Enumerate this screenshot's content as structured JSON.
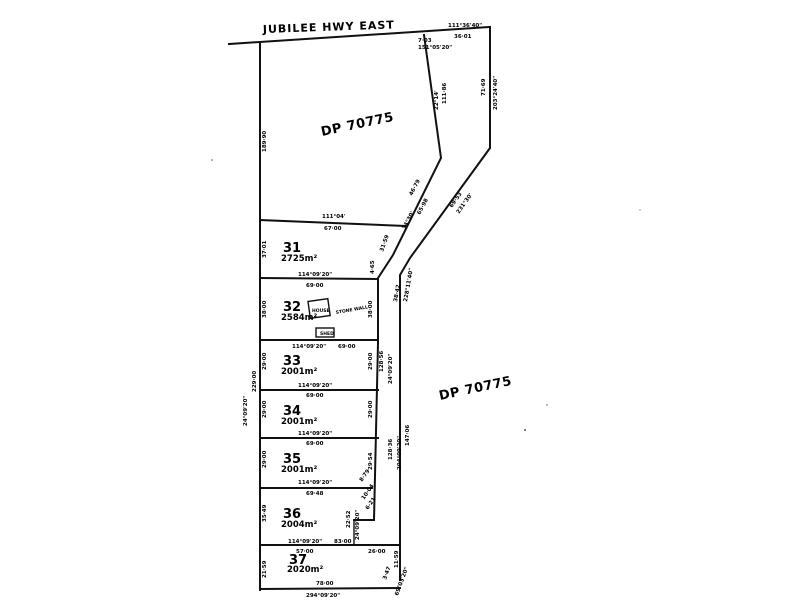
{
  "road": {
    "name": "JUBILEE   HWY   EAST"
  },
  "parcels": {
    "dp_top": "DP 70775",
    "dp_right": "DP 70775"
  },
  "lots": [
    {
      "number": "31",
      "area": "2725m²"
    },
    {
      "number": "32",
      "area": "2584m²"
    },
    {
      "number": "33",
      "area": "2001m²"
    },
    {
      "number": "34",
      "area": "2001m²"
    },
    {
      "number": "35",
      "area": "2001m²"
    },
    {
      "number": "36",
      "area": "2004m²"
    },
    {
      "number": "37",
      "area": "2020m²"
    }
  ],
  "features": {
    "house": "HOUSE",
    "shed": "SHED",
    "stone_wall": "STONE WALL"
  },
  "dimensions": {
    "top_bearing": "111°36'40\"",
    "top_dist": "36·01",
    "corner_a": "7·03",
    "corner_b": "151°05'20\"",
    "left_top": "189·90",
    "inner_right_bearing": "22°14'",
    "inner_right_dist": "111·86",
    "outer_right_dist": "71·69",
    "outer_right_bearing": "203°24'40\"",
    "diag_inner_a": "46·79",
    "diag_inner_b": "65·98",
    "diag_inner_bearing": "34°30'",
    "diag_outer_a": "69·53",
    "diag_outer_b": "231°30'",
    "lot31_top_bearing": "111°04'",
    "lot31_top_dist": "67·00",
    "lot31_left": "37·01",
    "lot31_right_a": "31·59",
    "lot31_right_b": "4·65",
    "l31_32_bearing": "114°09'20\"",
    "l31_32_dist": "69·00",
    "lot32_left": "38·00",
    "lot32_right": "38·00",
    "l32_33_bearing": "114°09'20\"",
    "l32_33_dist": "69·00",
    "lot33_left": "29·00",
    "lot33_right": "29·00",
    "mid_right_a": "128·56",
    "mid_right_b": "24°09'20\"",
    "l33_34_bearing": "114°09'20\"",
    "l33_34_dist": "69·00",
    "left_total_a": "229·00",
    "left_total_b": "24°09'20\"",
    "lot34_left": "29·00",
    "lot34_right": "29·00",
    "l34_35_bearing": "114°09'20\"",
    "l34_35_dist": "69·00",
    "lot35_left": "29·00",
    "lot35_right": "29·54",
    "l35_36_bearing": "114°09'20\"",
    "l35_36_dist": "69·48",
    "lot36_left": "35·49",
    "lot36_right_a": "22·52",
    "lot36_right_b": "24°09'20\"",
    "l36_37_bearing": "114°09'20\"",
    "l36_37_dist_a": "57·00",
    "l36_37_dist_b": "83·00",
    "l36_37_dist_c": "26·00",
    "lot37_left": "21·59",
    "bottom_bearing": "294°09'20\"",
    "bottom_dist": "78·00",
    "right_lower_a": "128·36",
    "right_lower_b": "147·06",
    "right_lower_bearing": "204°09'20\"",
    "corner_right_a": "38·42",
    "corner_right_b": "228°11'40\"",
    "step_a": "8·79",
    "step_b": "10·04",
    "step_c": "6·21",
    "bottom_right_a": "11·59",
    "bottom_right_b": "3·47",
    "bottom_right_c": "69°03'20\""
  }
}
